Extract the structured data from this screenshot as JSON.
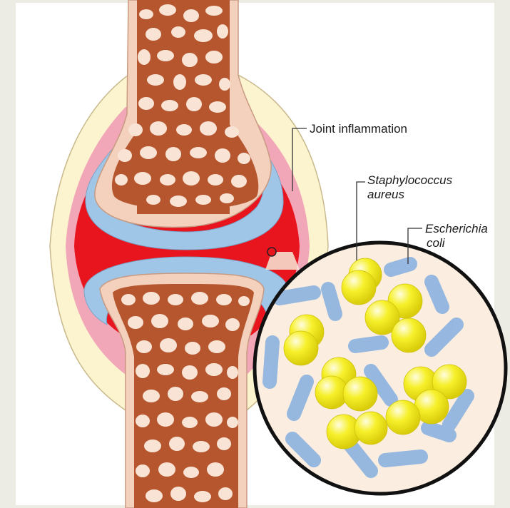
{
  "labels": {
    "joint_inflammation": "Joint inflammation",
    "staph_line1": "Staphylococcus",
    "staph_line2": "aureus",
    "ecoli_line1": "Escherichia",
    "ecoli_line2": "coli"
  },
  "colors": {
    "page_border": "#ecebe4",
    "background": "#ffffff",
    "capsule_outer": "#fbf4cf",
    "synovium_pink": "#f2a7b8",
    "synovial_fluid_red": "#e8141e",
    "cartilage_blue": "#9fc6e6",
    "bone_cortex": "#f3d1bd",
    "bone_marrow": "#b5562f",
    "bone_trabeculae": "#f8e3d4",
    "magnifier_fill": "#fbeee0",
    "magnifier_ring": "#111111",
    "staph_yellow": "#f5ef1f",
    "ecoli_blue": "#8eb3df"
  },
  "icons": {
    "magnified_area": "circle-magnifier-icon",
    "bacteria_staph": "cocci-cluster-icon",
    "bacteria_ecoli": "rod-bacterium-icon"
  }
}
